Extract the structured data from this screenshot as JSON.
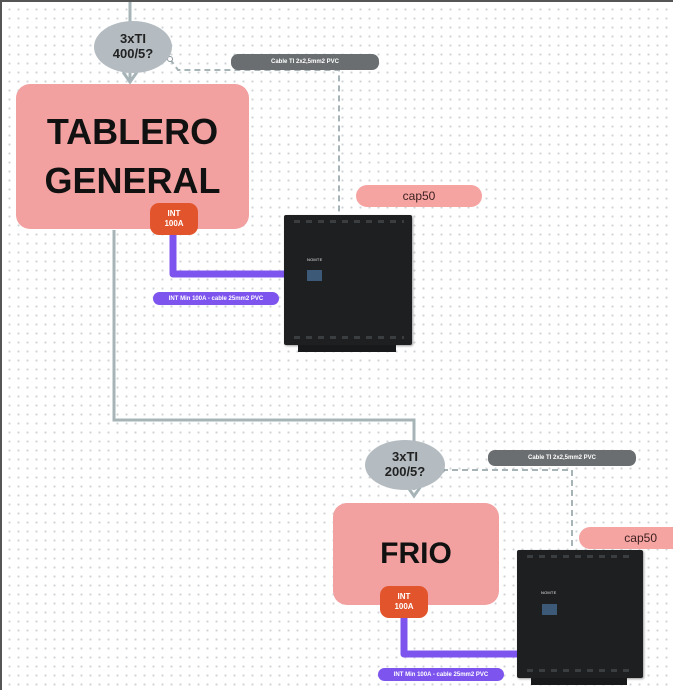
{
  "colors": {
    "panel": "#f2a0a0",
    "breaker": "#e2552c",
    "feeder": "#7d55ee",
    "main_line": "#a6b4b8",
    "signal_cable": "#a6b4b8",
    "ti": "#b4bcc1",
    "cable_label": "#6a6e70",
    "cap_label": "#f5a4a2",
    "device": "#1d1f21"
  },
  "top": {
    "ti": {
      "line1": "3xTI",
      "line2": "400/5?"
    },
    "ti_cable_label": "Cable TI 2x2,5mm2 PVC",
    "panel_line1": "TABLERO",
    "panel_line2": "GENERAL",
    "breaker": {
      "line1": "INT",
      "line2": "100A"
    },
    "feeder_label": "INT  Min 100A - cable 25mm2 PVC",
    "cap_label": "cap50",
    "device_logo": "NOMTE"
  },
  "bottom": {
    "ti": {
      "line1": "3xTI",
      "line2": "200/5?"
    },
    "ti_cable_label": "Cable TI 2x2,5mm2 PVC",
    "panel_line1": "FRIO",
    "breaker": {
      "line1": "INT",
      "line2": "100A"
    },
    "feeder_label": "INT  Min 100A - cable 25mm2 PVC",
    "cap_label": "cap50",
    "device_logo": "NOMTE"
  }
}
